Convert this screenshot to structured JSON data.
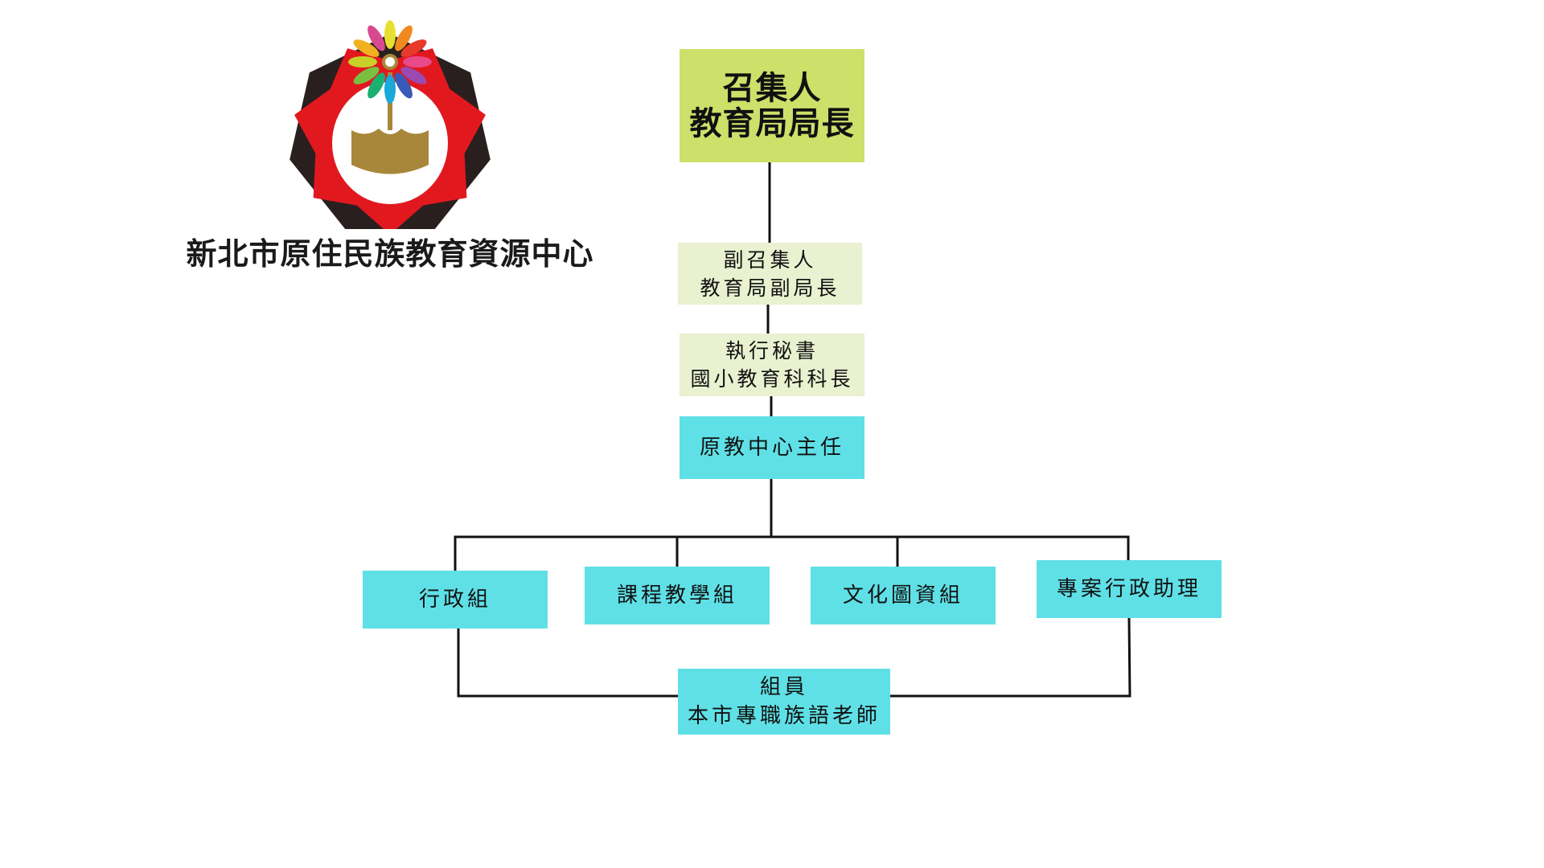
{
  "org_chart": {
    "nodes": {
      "convener": {
        "lines": [
          "召集人",
          "教育局局長"
        ]
      },
      "deputy_convener": {
        "lines": [
          "副召集人",
          "教育局副局長"
        ]
      },
      "executive_secretary": {
        "lines": [
          "執行秘書",
          "國小教育科科長"
        ]
      },
      "center_director": {
        "lines": [
          "原教中心主任"
        ]
      },
      "admin_group": {
        "lines": [
          "行政組"
        ]
      },
      "curriculum_group": {
        "lines": [
          "課程教學組"
        ]
      },
      "culture_group": {
        "lines": [
          "文化圖資組"
        ]
      },
      "project_assistant": {
        "lines": [
          "專案行政助理"
        ]
      },
      "members": {
        "lines": [
          "組員",
          "本市專職族語老師"
        ]
      }
    },
    "edges": [
      [
        "convener",
        "deputy_convener"
      ],
      [
        "deputy_convener",
        "executive_secretary"
      ],
      [
        "executive_secretary",
        "center_director"
      ],
      [
        "center_director",
        "admin_group"
      ],
      [
        "center_director",
        "curriculum_group"
      ],
      [
        "center_director",
        "culture_group"
      ],
      [
        "center_director",
        "project_assistant"
      ],
      [
        "admin_group",
        "members"
      ],
      [
        "project_assistant",
        "members"
      ]
    ]
  },
  "logo": {
    "name": "新北市原住民族教育資源中心",
    "colors": {
      "red": "#e2181f",
      "dark": "#2a1f1f",
      "gold": "#a8873a"
    },
    "petal_colors": [
      "#e8e030",
      "#f08a20",
      "#e83a2a",
      "#e84a8a",
      "#9a4ab0",
      "#3a5ab8",
      "#1aa8d8",
      "#1ab070",
      "#7ac040",
      "#c8d02a",
      "#f0b020",
      "#d84a90"
    ]
  }
}
